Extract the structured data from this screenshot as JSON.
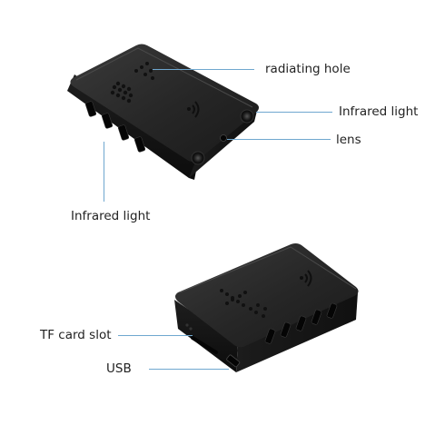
{
  "labels": {
    "radiating_hole": "radiating hole",
    "infrared_light_right": "Infrared light",
    "lens": "lens",
    "infrared_light_bottom": "Infrared light",
    "tf_card_slot": "TF card slot",
    "usb": "USB"
  },
  "colors": {
    "leader_line": "#6fa7cf",
    "device_body": "#1b1b1b",
    "label_text": "#222222"
  }
}
